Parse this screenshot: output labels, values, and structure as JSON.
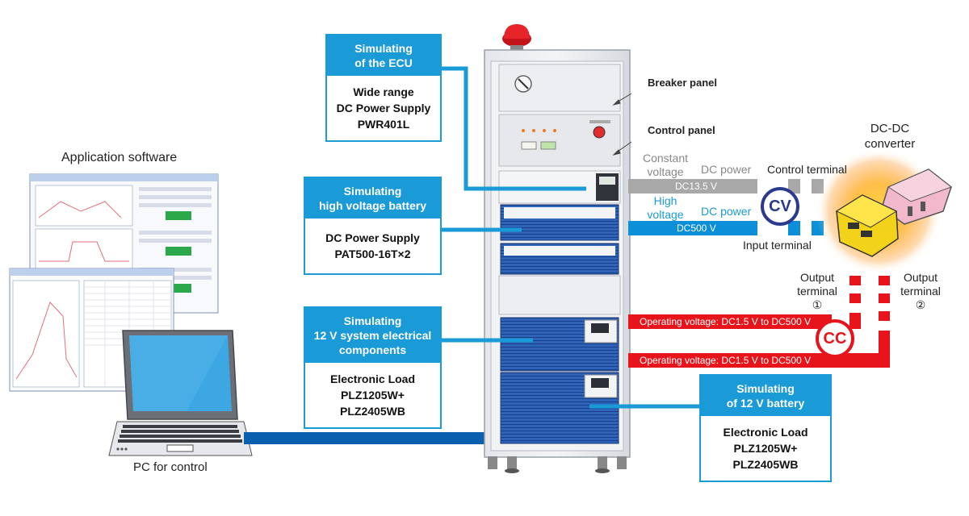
{
  "callouts": {
    "ecu": {
      "title": [
        "Simulating",
        "of the ECU"
      ],
      "body": [
        "Wide range",
        "DC Power Supply",
        "PWR401L"
      ]
    },
    "hv_battery": {
      "title": [
        "Simulating",
        "high voltage battery"
      ],
      "body": [
        "DC Power Supply",
        "PAT500-16T×2"
      ]
    },
    "electrical_components": {
      "title": [
        "Simulating",
        "12 V system electrical",
        "components"
      ],
      "body": [
        "Electronic Load",
        "PLZ1205W+",
        "PLZ2405WB"
      ]
    },
    "battery_12v": {
      "title": [
        "Simulating",
        "of 12 V battery"
      ],
      "body": [
        "Electronic Load",
        "PLZ1205W+",
        "PLZ2405WB"
      ]
    }
  },
  "labels": {
    "application_software": "Application software",
    "pc_for_control": "PC for control",
    "breaker_panel": "Breaker panel",
    "control_panel": "Control panel",
    "dcdc_converter": [
      "DC-DC",
      "converter"
    ],
    "constant_voltage": [
      "Constant",
      "voltage"
    ],
    "high_voltage": [
      "High",
      "voltage"
    ],
    "dc_power_gray": "DC power",
    "dc_power_blue": "DC power",
    "control_terminal": "Control terminal",
    "input_terminal": "Input terminal",
    "output_terminal_1": [
      "Output",
      "terminal",
      "①"
    ],
    "output_terminal_2": [
      "Output",
      "terminal",
      "②"
    ],
    "dc13_5": "DC13.5 V",
    "dc500": "DC500 V",
    "operating_voltage_1": "Operating voltage: DC1.5 V to DC500 V",
    "operating_voltage_2": "Operating voltage: DC1.5 V to DC500 V",
    "cv_badge": "CV",
    "cc_badge": "CC"
  },
  "colors": {
    "accent_blue": "#1a9ad6",
    "line_blue": "#0a5fae",
    "strip_gray": "#a8a8a8",
    "strip_red": "#e8141b",
    "badge_navy": "#2b3a8c",
    "badge_red": "#e8141b"
  }
}
